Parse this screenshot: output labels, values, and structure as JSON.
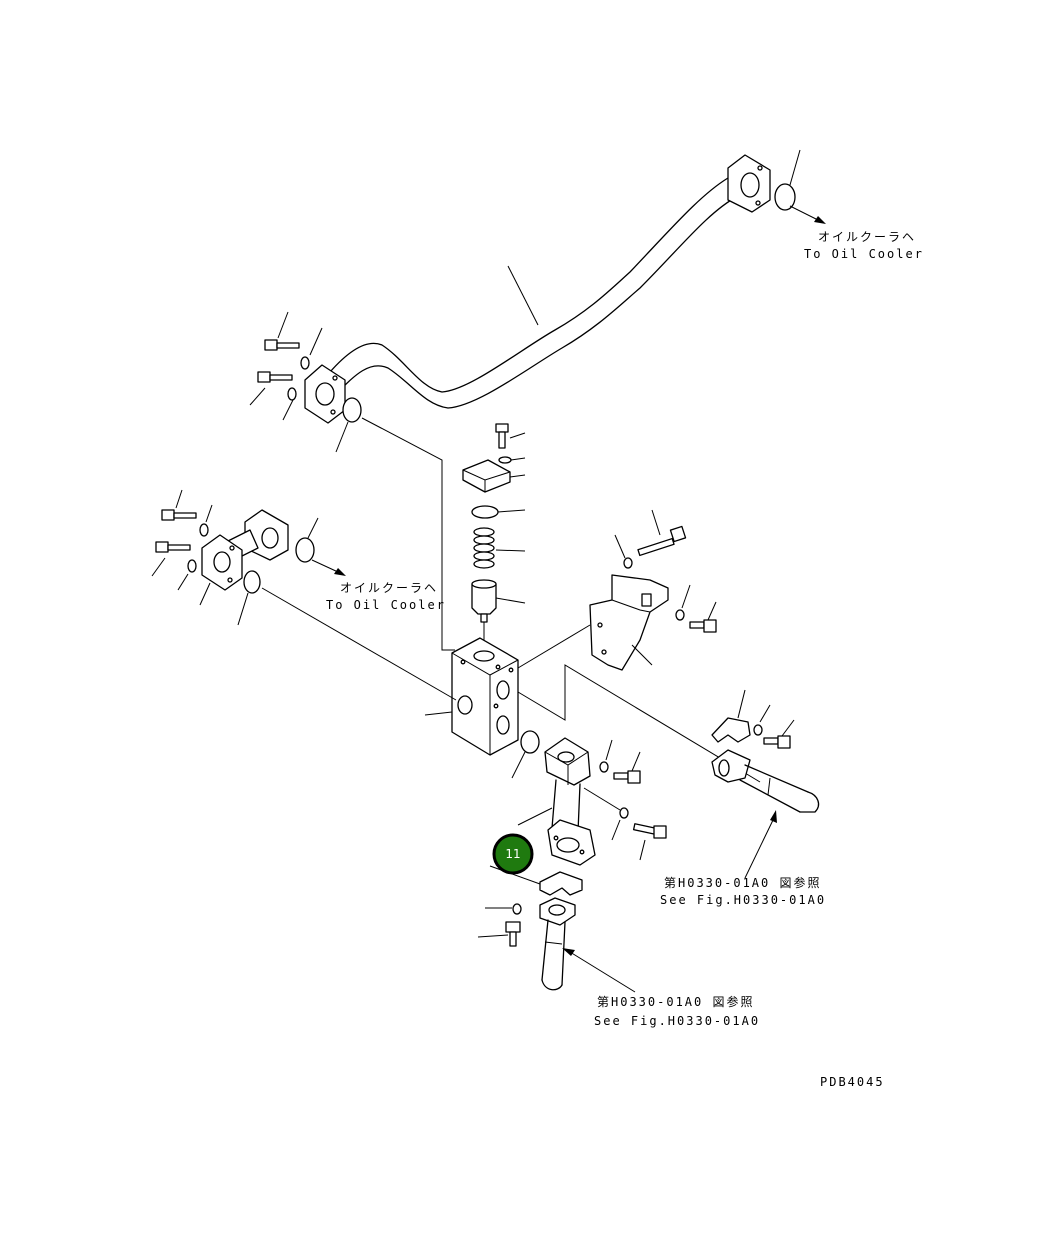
{
  "labels": {
    "to_oil_cooler_jp_top": "オイルクーラヘ",
    "to_oil_cooler_en_top": "To Oil Cooler",
    "to_oil_cooler_jp_left": "オイルクーラヘ",
    "to_oil_cooler_en_left": "To Oil Cooler",
    "see_fig_jp_right": "第H0330-01A0 図参照",
    "see_fig_en_right": "See Fig.H0330-01A0",
    "see_fig_jp_bottom": "第H0330-01A0 図参照",
    "see_fig_en_bottom": "See Fig.H0330-01A0",
    "drawing_code": "PDB4045"
  },
  "hotspot": {
    "number": "11",
    "color": "#1f7a0f"
  }
}
